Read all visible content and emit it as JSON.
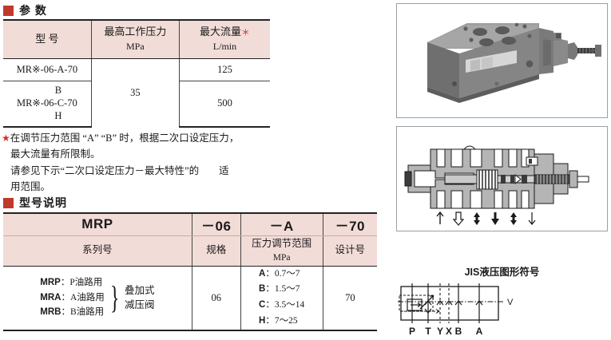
{
  "sections": {
    "parameters_heading": "参 数",
    "model_designation_heading": "型号说明"
  },
  "param_table": {
    "headers": [
      {
        "line1": "型 号",
        "line2": ""
      },
      {
        "line1": "最高工作压力",
        "line2": "MPa"
      },
      {
        "line1": "最大流量",
        "line2": "L/min",
        "star": "＊"
      }
    ],
    "rows": [
      {
        "model": "MR※-06-A-70",
        "pressure": "35",
        "flow": "125"
      },
      {
        "model_top": "B",
        "model": "MR※-06-C-70",
        "model_bottom": "H",
        "flow": "500"
      }
    ]
  },
  "footnote": {
    "star": "★",
    "line1": "在调节压力范围 “A” “B” 时，根据二次口设定压力，",
    "line2": "最大流量有所限制。",
    "line3": "请参见下示“二次口设定压力－最大特性”的　　适",
    "line4": "用范围。"
  },
  "model_table": {
    "code_row": [
      "MRP",
      "－06",
      "－A",
      "－70"
    ],
    "desc_row": [
      {
        "line1": "系列号",
        "line2": ""
      },
      {
        "line1": "规格",
        "line2": ""
      },
      {
        "line1": "压力调节范围",
        "line2": "MPa"
      },
      {
        "line1": "设计号",
        "line2": ""
      }
    ],
    "series_items": [
      {
        "code": "MRP",
        "sep": "：",
        "text": "P油路用"
      },
      {
        "code": "MRA",
        "sep": "：",
        "text": "A油路用"
      },
      {
        "code": "MRB",
        "sep": "：",
        "text": "B油路用"
      }
    ],
    "series_note_line1": "叠加式",
    "series_note_line2": "减压阀",
    "size_value": "06",
    "pressure_ranges": [
      {
        "code": "A",
        "sep": "：",
        "range": "0.7～7"
      },
      {
        "code": "B",
        "sep": "：",
        "range": "1.5～7"
      },
      {
        "code": "C",
        "sep": "：",
        "range": "3.5～14"
      },
      {
        "code": "H",
        "sep": "：",
        "range": "7～25"
      }
    ],
    "design_value": "70"
  },
  "jis_symbol": {
    "title": "JIS液压图形符号",
    "ports": [
      "P",
      "T",
      "Y",
      "X",
      "B",
      "A"
    ],
    "side_port": "V"
  },
  "colors": {
    "marker_red": "#c0392b",
    "header_pink": "#f2dcd8",
    "star_red": "#d03020",
    "rule_dark": "#222222"
  }
}
